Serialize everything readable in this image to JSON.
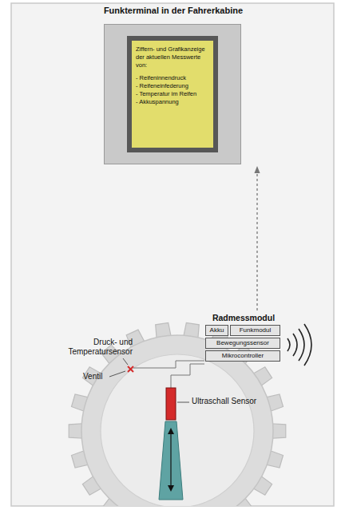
{
  "diagram": {
    "nodes": [
      {
        "text": [
          "Funkterminal in der Fahrerkabine"
        ]
      },
      {
        "text": [
          "Ziffern- und Grafikanzeige der aktuellen Messwerte von:",
          "- Reifeninnendruck",
          "- Reifeneinfederung",
          "- Temperatur im Reifen",
          "- Akkuspannung"
        ],
        "in": 0
      },
      {
        "text": [
          "Radmessmodul"
        ]
      },
      {
        "text": [
          "Akku"
        ],
        "in": 2
      },
      {
        "text": [
          "Funkmodul"
        ],
        "in": 2
      },
      {
        "text": [
          "Bewegungssensor"
        ],
        "in": 2
      },
      {
        "text": [
          "Mikrocontroller"
        ],
        "in": 2
      }
    ],
    "edges": [
      {
        "from": 2,
        "to": 0,
        "arrow": "to"
      }
    ],
    "labels": [
      "Druck- und Temperatursensor",
      "Ventil",
      "Ultraschall Sensor"
    ]
  }
}
